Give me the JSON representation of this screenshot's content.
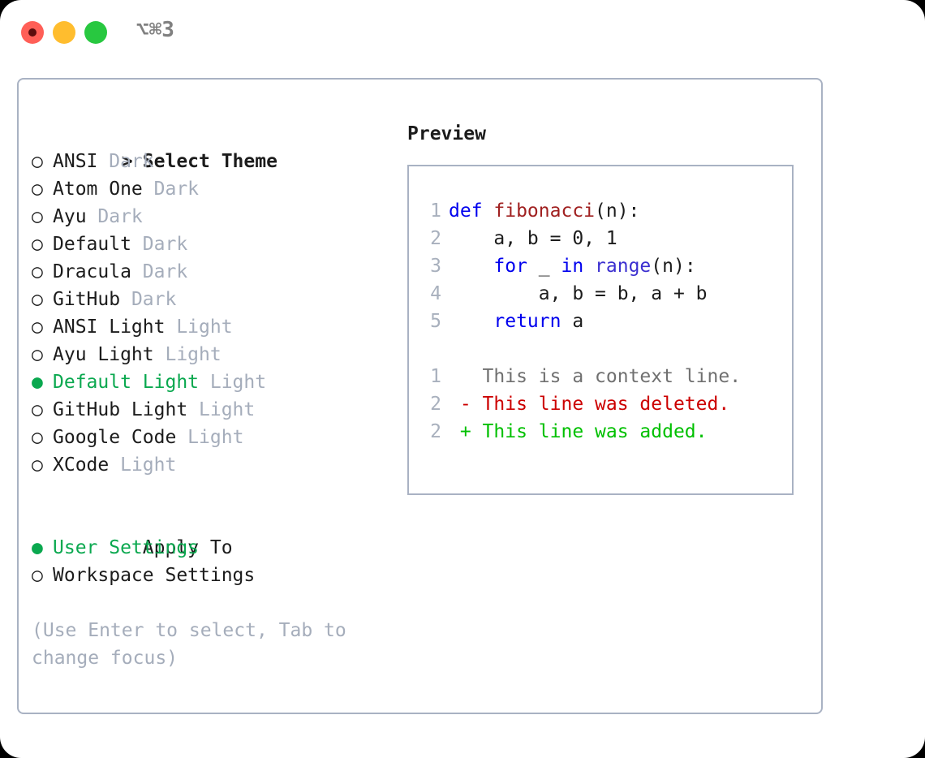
{
  "window": {
    "traffic_lights": [
      "close",
      "minimize",
      "maximize"
    ],
    "shortcut": "⌥⌘3",
    "colors": {
      "close": "#ff5f57",
      "minimize": "#ffbd2e",
      "maximize": "#28c840",
      "accent_green": "#0aa84f",
      "muted": "#a5adbb",
      "border": "#a9b2c3"
    }
  },
  "theme_panel": {
    "header": {
      "prefix": "> ",
      "title": "Select Theme"
    },
    "items": [
      {
        "bullet": "○",
        "label": "ANSI",
        "tag": "Dark",
        "selected": false
      },
      {
        "bullet": "○",
        "label": "Atom One",
        "tag": "Dark",
        "selected": false
      },
      {
        "bullet": "○",
        "label": "Ayu",
        "tag": "Dark",
        "selected": false
      },
      {
        "bullet": "○",
        "label": "Default",
        "tag": "Dark",
        "selected": false
      },
      {
        "bullet": "○",
        "label": "Dracula",
        "tag": "Dark",
        "selected": false
      },
      {
        "bullet": "○",
        "label": "GitHub",
        "tag": "Dark",
        "selected": false
      },
      {
        "bullet": "○",
        "label": "ANSI Light",
        "tag": "Light",
        "selected": false
      },
      {
        "bullet": "○",
        "label": "Ayu Light",
        "tag": "Light",
        "selected": false
      },
      {
        "bullet": "●",
        "label": "Default Light",
        "tag": "Light",
        "selected": true
      },
      {
        "bullet": "○",
        "label": "GitHub Light",
        "tag": "Light",
        "selected": false
      },
      {
        "bullet": "○",
        "label": "Google Code",
        "tag": "Light",
        "selected": false
      },
      {
        "bullet": "○",
        "label": "XCode",
        "tag": "Light",
        "selected": false
      }
    ]
  },
  "apply_to": {
    "title": "Apply To",
    "options": [
      {
        "bullet": "●",
        "label": "User Settings",
        "selected": true
      },
      {
        "bullet": "○",
        "label": "Workspace Settings",
        "selected": false
      }
    ]
  },
  "hint": "(Use Enter to select, Tab to change focus)",
  "preview": {
    "title": "Preview",
    "code_lines": [
      {
        "num": "1",
        "tokens": [
          {
            "t": "def ",
            "c": "kw"
          },
          {
            "t": "fibonacci",
            "c": "fn"
          },
          {
            "t": "(n):",
            "c": "plain"
          }
        ]
      },
      {
        "num": "2",
        "tokens": [
          {
            "t": "    a, b = 0, 1",
            "c": "plain"
          }
        ]
      },
      {
        "num": "3",
        "tokens": [
          {
            "t": "    ",
            "c": "plain"
          },
          {
            "t": "for",
            "c": "kw"
          },
          {
            "t": " _ ",
            "c": "plain"
          },
          {
            "t": "in",
            "c": "kw"
          },
          {
            "t": " ",
            "c": "plain"
          },
          {
            "t": "range",
            "c": "bi"
          },
          {
            "t": "(n):",
            "c": "plain"
          }
        ]
      },
      {
        "num": "4",
        "tokens": [
          {
            "t": "        a, b = b, a + b",
            "c": "plain"
          }
        ]
      },
      {
        "num": "5",
        "tokens": [
          {
            "t": "    ",
            "c": "plain"
          },
          {
            "t": "return",
            "c": "kw"
          },
          {
            "t": " a",
            "c": "plain"
          }
        ]
      }
    ],
    "diff_lines": [
      {
        "num": "1",
        "marker": " ",
        "text": " This is a context line.",
        "kind": "ctx"
      },
      {
        "num": "2",
        "marker": "-",
        "text": " This line was deleted.",
        "kind": "del"
      },
      {
        "num": "2",
        "marker": "+",
        "text": " This line was added.",
        "kind": "add"
      }
    ]
  }
}
